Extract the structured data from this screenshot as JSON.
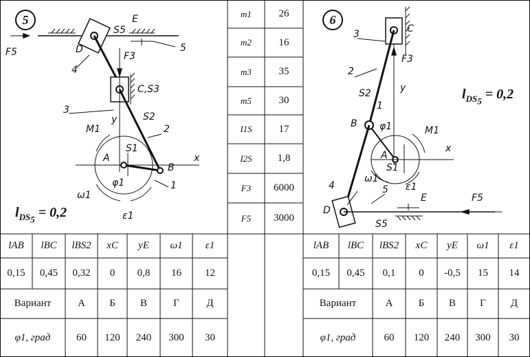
{
  "left_scheme": {
    "number": "5",
    "lds_label": "lDS5 = 0,2",
    "labels": {
      "E": "E",
      "S5": "S5",
      "F5": "F5",
      "five": "5",
      "D": "D",
      "four": "4",
      "F3": "F3",
      "C": "C,S3",
      "three": "3",
      "y": "y",
      "S2": "S2",
      "two": "2",
      "M1": "M1",
      "S1": "S1",
      "A": "A",
      "x": "x",
      "B": "B",
      "phi1": "φ1",
      "one": "1",
      "omega1": "ω1",
      "eps1": "ε1"
    }
  },
  "right_scheme": {
    "number": "6",
    "lds_label": "lDS5 = 0,2",
    "labels": {
      "three": "3",
      "C": "C",
      "two": "2",
      "F3": "F3",
      "y": "y",
      "S2": "S2",
      "one": "1",
      "B": "B",
      "phi1": "φ1",
      "M1": "M1",
      "A": "A",
      "x": "x",
      "S1": "S1",
      "omega1": "ω1",
      "eps1": "ε1",
      "E": "E",
      "four": "4",
      "five": "5",
      "F5": "F5",
      "D": "D",
      "S5": "S5"
    }
  },
  "params": [
    {
      "name": "m1",
      "value": "26"
    },
    {
      "name": "m2",
      "value": "16"
    },
    {
      "name": "m3",
      "value": "35"
    },
    {
      "name": "m5",
      "value": "30"
    },
    {
      "name": "I1S",
      "value": "17"
    },
    {
      "name": "I2S",
      "value": "1,8"
    },
    {
      "name": "F3",
      "value": "6000"
    },
    {
      "name": "F5",
      "value": "3000"
    }
  ],
  "left_table": {
    "headers": [
      "lAB",
      "lBC",
      "lBS2",
      "xC",
      "yE",
      "ω1",
      "ε1"
    ],
    "values": [
      "0,15",
      "0,45",
      "0,32",
      "0",
      "0,8",
      "16",
      "12"
    ],
    "variant_label": "Вариант",
    "variants": [
      "А",
      "Б",
      "В",
      "Г",
      "Д"
    ],
    "phi_label": "φ1, град",
    "phi_values": [
      "60",
      "120",
      "240",
      "300",
      "30"
    ]
  },
  "right_table": {
    "headers": [
      "lAB",
      "lBC",
      "lBS2",
      "xC",
      "yE",
      "ω1",
      "ε1"
    ],
    "values": [
      "0,15",
      "0,45",
      "0,1",
      "0",
      "-0,5",
      "15",
      "14"
    ],
    "variant_label": "Вариант",
    "variants": [
      "А",
      "Б",
      "В",
      "Г",
      "Д"
    ],
    "phi_label": "φ1, град",
    "phi_values": [
      "60",
      "120",
      "240",
      "300",
      "30"
    ]
  }
}
